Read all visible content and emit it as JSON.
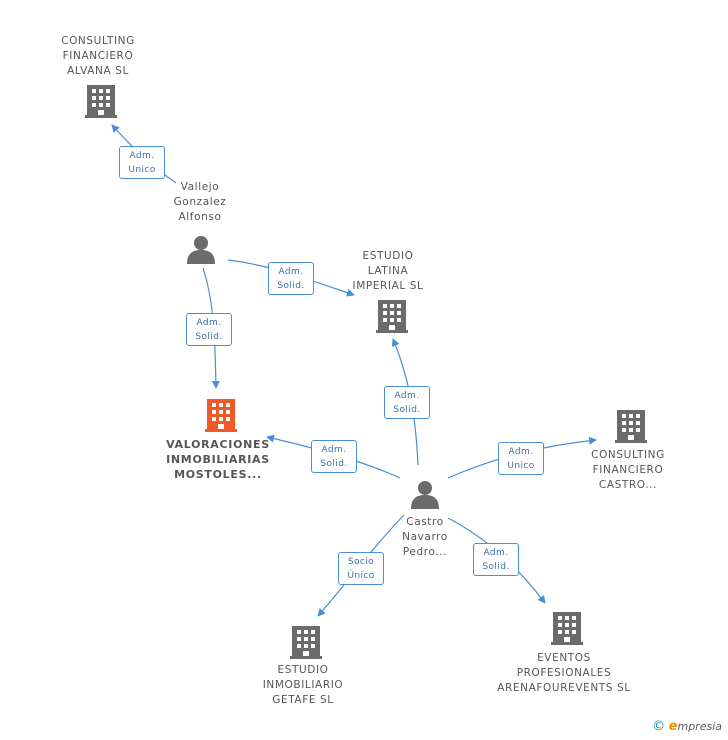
{
  "nodes": {
    "consulting_alvana": {
      "lines": [
        "CONSULTING",
        "FINANCIERO",
        "ALVANA SL"
      ],
      "type": "company"
    },
    "vallejo": {
      "lines": [
        "Vallejo",
        "Gonzalez",
        "Alfonso"
      ],
      "type": "person"
    },
    "estudio_latina": {
      "lines": [
        "ESTUDIO",
        "LATINA",
        "IMPERIAL  SL"
      ],
      "type": "company"
    },
    "valoraciones": {
      "lines": [
        "VALORACIONES",
        "INMOBILIARIAS",
        "MOSTOLES..."
      ],
      "type": "company",
      "highlight": true
    },
    "consulting_castro": {
      "lines": [
        "CONSULTING",
        "FINANCIERO",
        "CASTRO..."
      ],
      "type": "company"
    },
    "castro": {
      "lines": [
        "Castro",
        "Navarro",
        "Pedro..."
      ],
      "type": "person"
    },
    "estudio_getafe": {
      "lines": [
        "ESTUDIO",
        "INMOBILIARIO",
        "GETAFE SL"
      ],
      "type": "company"
    },
    "eventos": {
      "lines": [
        "EVENTOS",
        "PROFESIONALES",
        "ARENAFOUREVENTS SL"
      ],
      "type": "company"
    }
  },
  "edges": [
    {
      "from": "vallejo",
      "to": "consulting_alvana",
      "label": [
        "Adm.",
        "Unico"
      ]
    },
    {
      "from": "vallejo",
      "to": "estudio_latina",
      "label": [
        "Adm.",
        "Solid."
      ]
    },
    {
      "from": "vallejo",
      "to": "valoraciones",
      "label": [
        "Adm.",
        "Solid."
      ]
    },
    {
      "from": "castro",
      "to": "estudio_latina",
      "label": [
        "Adm.",
        "Solid."
      ]
    },
    {
      "from": "castro",
      "to": "valoraciones",
      "label": [
        "Adm.",
        "Solid."
      ]
    },
    {
      "from": "castro",
      "to": "consulting_castro",
      "label": [
        "Adm.",
        "Unico"
      ]
    },
    {
      "from": "castro",
      "to": "estudio_getafe",
      "label": [
        "Socio",
        "Único"
      ]
    },
    {
      "from": "castro",
      "to": "eventos",
      "label": [
        "Adm.",
        "Solid."
      ]
    }
  ],
  "colors": {
    "edge": "#4a8ed8",
    "company_icon": "#6b6b6b",
    "highlight_icon": "#f05a2a",
    "person_icon": "#6b6b6b"
  },
  "footer": {
    "copyright": "©",
    "brand_initial": "e",
    "brand_rest": "mpresia"
  }
}
